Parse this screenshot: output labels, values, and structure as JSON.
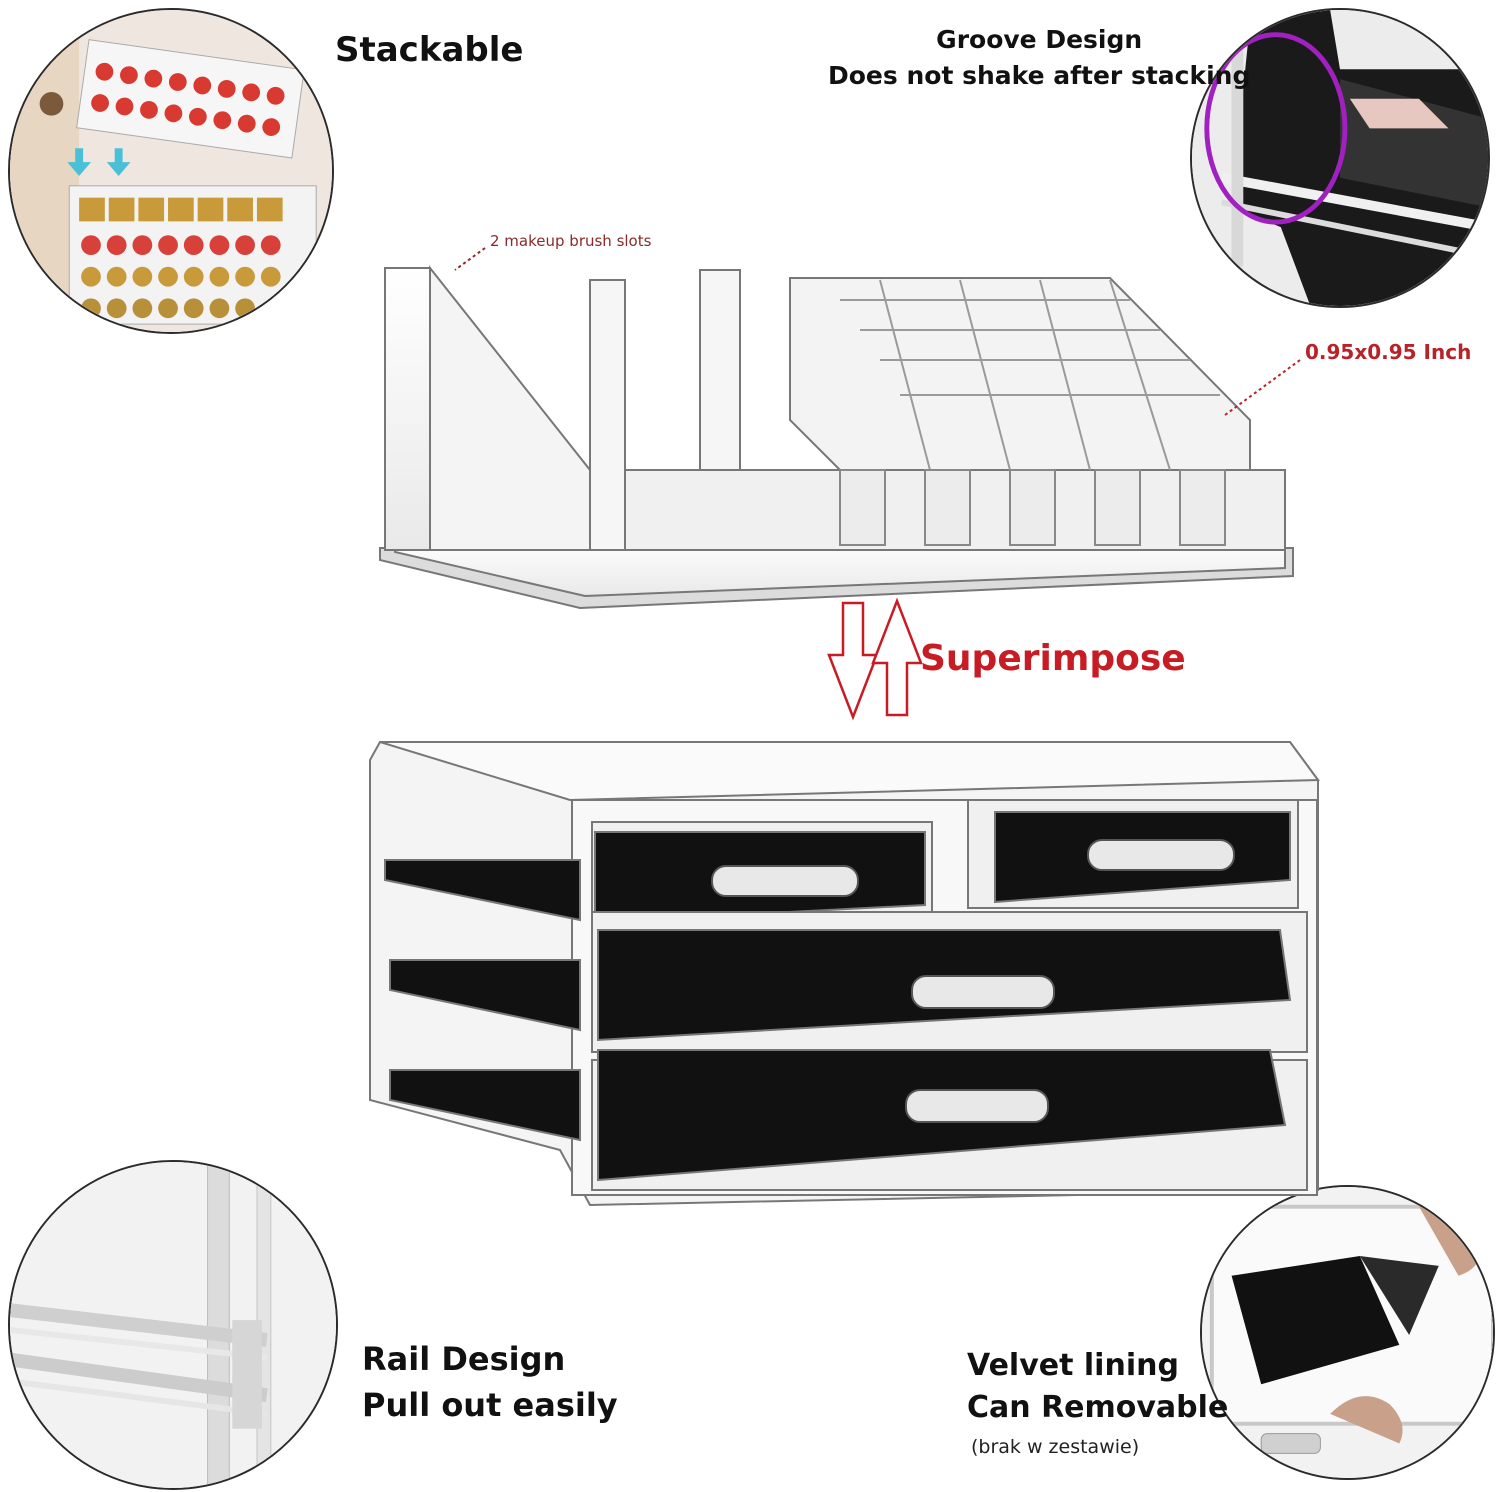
{
  "features": {
    "stackable": "Stackable",
    "groove_line1": "Groove Design",
    "groove_line2": "Does not shake after stacking",
    "rail_line1": "Rail Design",
    "rail_line2": "Pull out easily",
    "velvet_line1": "Velvet lining",
    "velvet_line2": "Can Removable",
    "velvet_note": "(brak w zestawie)"
  },
  "annotations": {
    "brush_slots": "2 makeup brush slots",
    "slot_size": "0.95x0.95 Inch",
    "superimpose": "Superimpose"
  },
  "colors": {
    "accent_red": "#c81c24",
    "groove_highlight": "#a020c0",
    "velvet": "#111111"
  }
}
